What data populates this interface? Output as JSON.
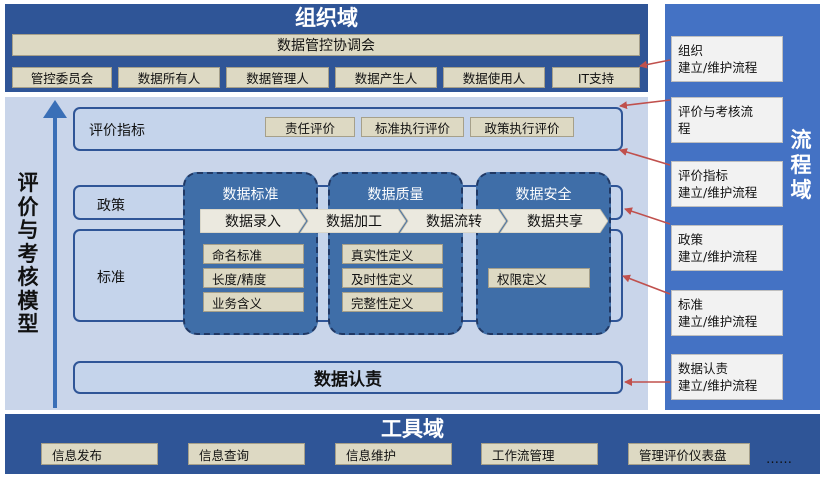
{
  "org_domain": {
    "title": "组织域",
    "council": "数据管控协调会",
    "roles": [
      "管控委员会",
      "数据所有人",
      "数据管理人",
      "数据产生人",
      "数据使用人",
      "IT支持"
    ]
  },
  "process_domain": {
    "title_chars": [
      "流",
      "程",
      "域"
    ],
    "boxes": [
      {
        "line1": "组织",
        "line2": "建立/维护流程"
      },
      {
        "line1": "评价与考核流",
        "line2": "程"
      },
      {
        "line1": "评价指标",
        "line2": "建立/维护流程"
      },
      {
        "line1": "政策",
        "line2": "建立/维护流程"
      },
      {
        "line1": "标准",
        "line2": "建立/维护流程"
      },
      {
        "line1": "数据认责",
        "line2": "建立/维护流程"
      }
    ]
  },
  "evaluation_model": {
    "title_chars": [
      "评",
      "价",
      "与",
      "考",
      "核",
      "模",
      "型"
    ],
    "indicators": {
      "label": "评价指标",
      "chips": [
        "责任评价",
        "标准执行评价",
        "政策执行评价"
      ]
    },
    "policy_label": "政策",
    "standard_label": "标准",
    "cards": [
      {
        "title": "数据标准",
        "items": [
          "命名标准",
          "长度/精度",
          "业务含义"
        ]
      },
      {
        "title": "数据质量",
        "items": [
          "真实性定义",
          "及时性定义",
          "完整性定义"
        ]
      },
      {
        "title": "数据安全",
        "items": [
          "权限定义"
        ]
      }
    ],
    "flow_steps": [
      "数据录入",
      "数据加工",
      "数据流转",
      "数据共享"
    ],
    "accountability": "数据认责"
  },
  "tool_domain": {
    "title": "工具域",
    "items": [
      "信息发布",
      "信息查询",
      "信息维护",
      "工作流管理",
      "管理评价仪表盘"
    ],
    "more": "……"
  },
  "colors": {
    "dark_blue": "#2f5597",
    "medium_blue": "#4472c4",
    "light_blue": "#c9d5ea",
    "card_blue": "#3f6ea8",
    "chip_beige": "#ddd9c3",
    "arrow_red": "#c0504d"
  }
}
